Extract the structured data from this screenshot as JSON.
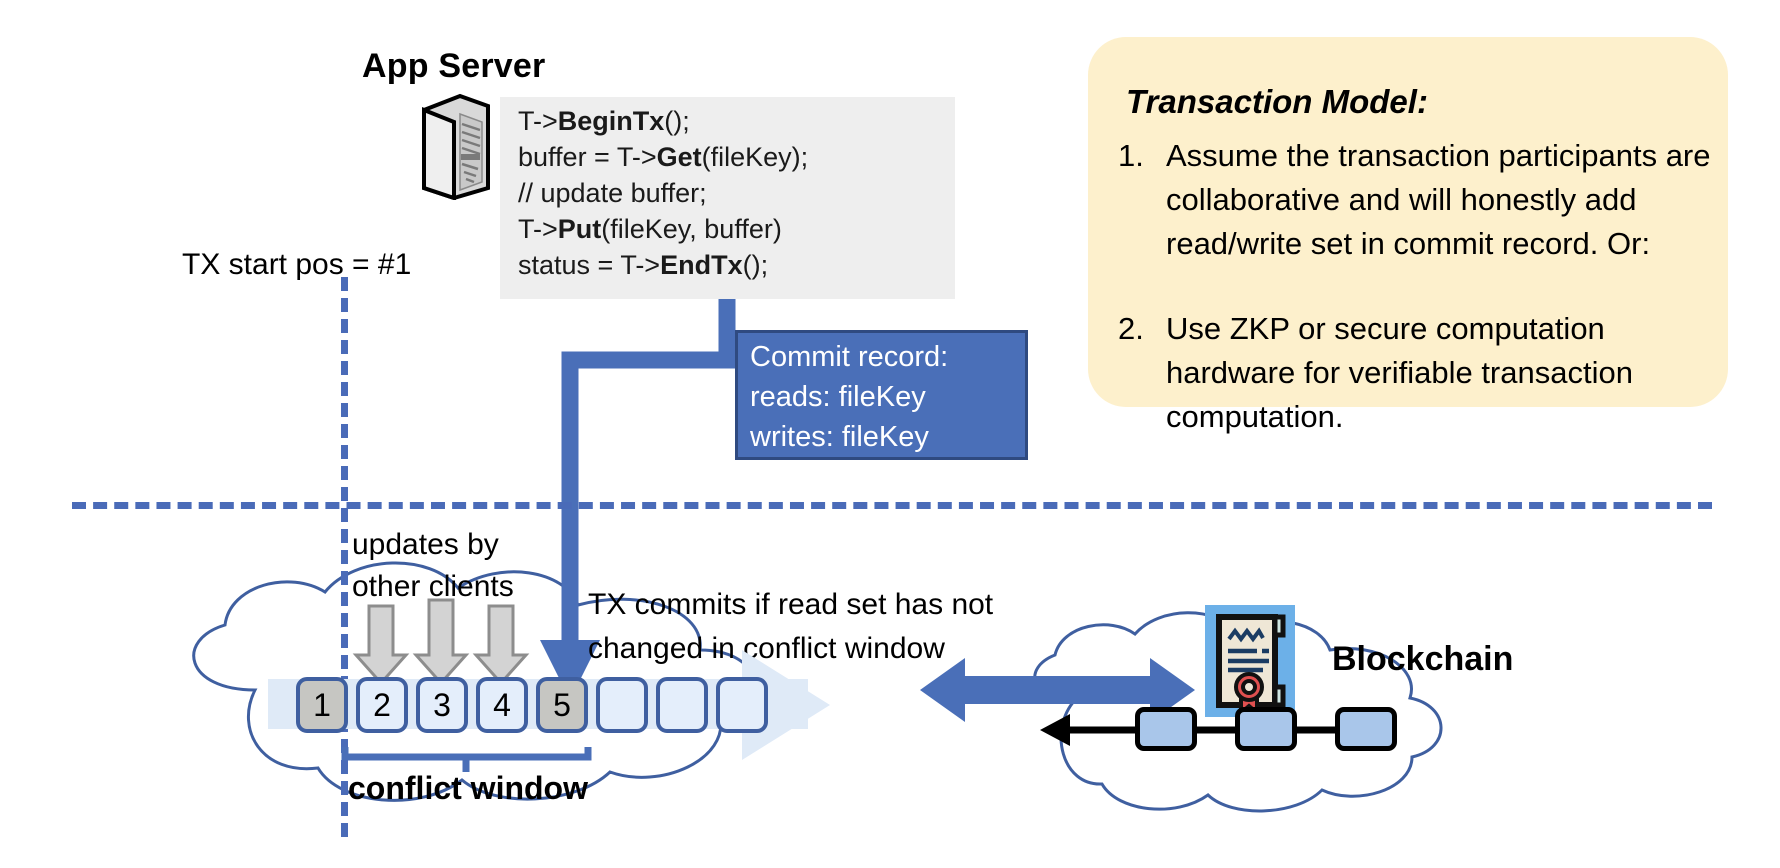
{
  "app_server": {
    "title": "App Server",
    "icon": "server-tower-icon",
    "code_lines": [
      {
        "pre": "T->",
        "bold": "BeginTx",
        "post": "();"
      },
      {
        "pre": "buffer = T->",
        "bold": "Get",
        "post": "(fileKey);"
      },
      {
        "pre": "// update buffer;",
        "bold": "",
        "post": ""
      },
      {
        "pre": "T->",
        "bold": "Put",
        "post": "(fileKey, buffer)"
      },
      {
        "pre": "status = T->",
        "bold": "EndTx",
        "post": "();"
      }
    ]
  },
  "tx_start": {
    "label": "TX start pos = #1"
  },
  "commit_record": {
    "lines": [
      "Commit record:",
      "reads: fileKey",
      "writes: fileKey"
    ]
  },
  "transaction_model": {
    "title": "Transaction Model:",
    "items": [
      {
        "num": "1.",
        "text": "Assume the transaction participants are collaborative and will honestly add read/write set in commit record.  Or:"
      },
      {
        "num": "2.",
        "text": "Use ZKP or secure computation hardware for verifiable transaction computation."
      }
    ]
  },
  "log": {
    "updates_label_line1": "updates by",
    "updates_label_line2": "other clients",
    "commits_label_line1": "TX commits if read set has not",
    "commits_label_line2": "changed in conflict window",
    "conflict_window_label": "conflict window",
    "cells": [
      {
        "value": "1",
        "filled": true
      },
      {
        "value": "2",
        "filled": false
      },
      {
        "value": "3",
        "filled": false
      },
      {
        "value": "4",
        "filled": false
      },
      {
        "value": "5",
        "filled": true
      },
      {
        "value": "",
        "filled": false
      },
      {
        "value": "",
        "filled": false
      },
      {
        "value": "",
        "filled": false
      }
    ]
  },
  "blockchain": {
    "label": "Blockchain",
    "cert_icon": "certificate-seal-icon",
    "blocks": [
      "",
      "",
      ""
    ]
  },
  "colors": {
    "accent_blue": "#4a6fb8",
    "dashed_blue": "#4a6bb8",
    "card_yellow": "#fdf0cc",
    "cell_blue": "#e4eefb",
    "cell_filled": "#c6c6c2",
    "cloud_stroke": "#3f5fa0"
  }
}
